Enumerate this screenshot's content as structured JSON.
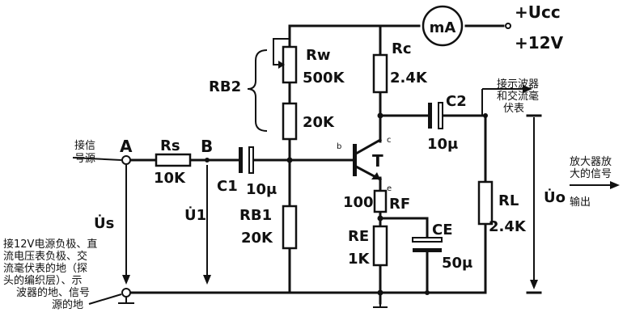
{
  "supply": {
    "meter": "mA",
    "terminal_top": "+Ucc",
    "terminal_bottom": "+12V"
  },
  "labels": {
    "rw_name": "Rw",
    "rw_value": "500K",
    "rb2_name": "RB2",
    "rb2_fixed_value": "20K",
    "rc_name": "Rc",
    "rc_value": "2.4K",
    "c2_name": "C2",
    "c2_value": "10μ",
    "scope_note_line1": "接示波器",
    "scope_note_line2": "和交流毫",
    "scope_note_line3": "伏表",
    "input_note_line1": "接信",
    "input_note_line2": "号源",
    "node_a": "A",
    "node_b": "B",
    "rs_name": "Rs",
    "rs_value": "10K",
    "c1_name": "C1",
    "c1_value": "10μ",
    "transistor": "T",
    "pin_b": "b",
    "pin_c": "c",
    "pin_e": "e",
    "rf_value": "100",
    "rf_name": "RF",
    "re_name": "RE",
    "re_value": "1K",
    "ce_name": "CE",
    "ce_value": "50μ",
    "rl_name": "RL",
    "rl_value": "2.4K",
    "rb1_name": "RB1",
    "rb1_value": "20K",
    "us": "U̇s",
    "u1": "U̇1",
    "uo": "U̇o",
    "output_note_line1": "放大器放",
    "output_note_line2": "大的信号",
    "output_note_line3": "输出",
    "ground_note_line1": "接12V电源负极、直",
    "ground_note_line2": "流电压表负极、交",
    "ground_note_line3": "流毫伏表的地（探",
    "ground_note_line4": "头的编织层）、示",
    "ground_note_line5": "波器的地、信号",
    "ground_note_line6": "源的地"
  }
}
